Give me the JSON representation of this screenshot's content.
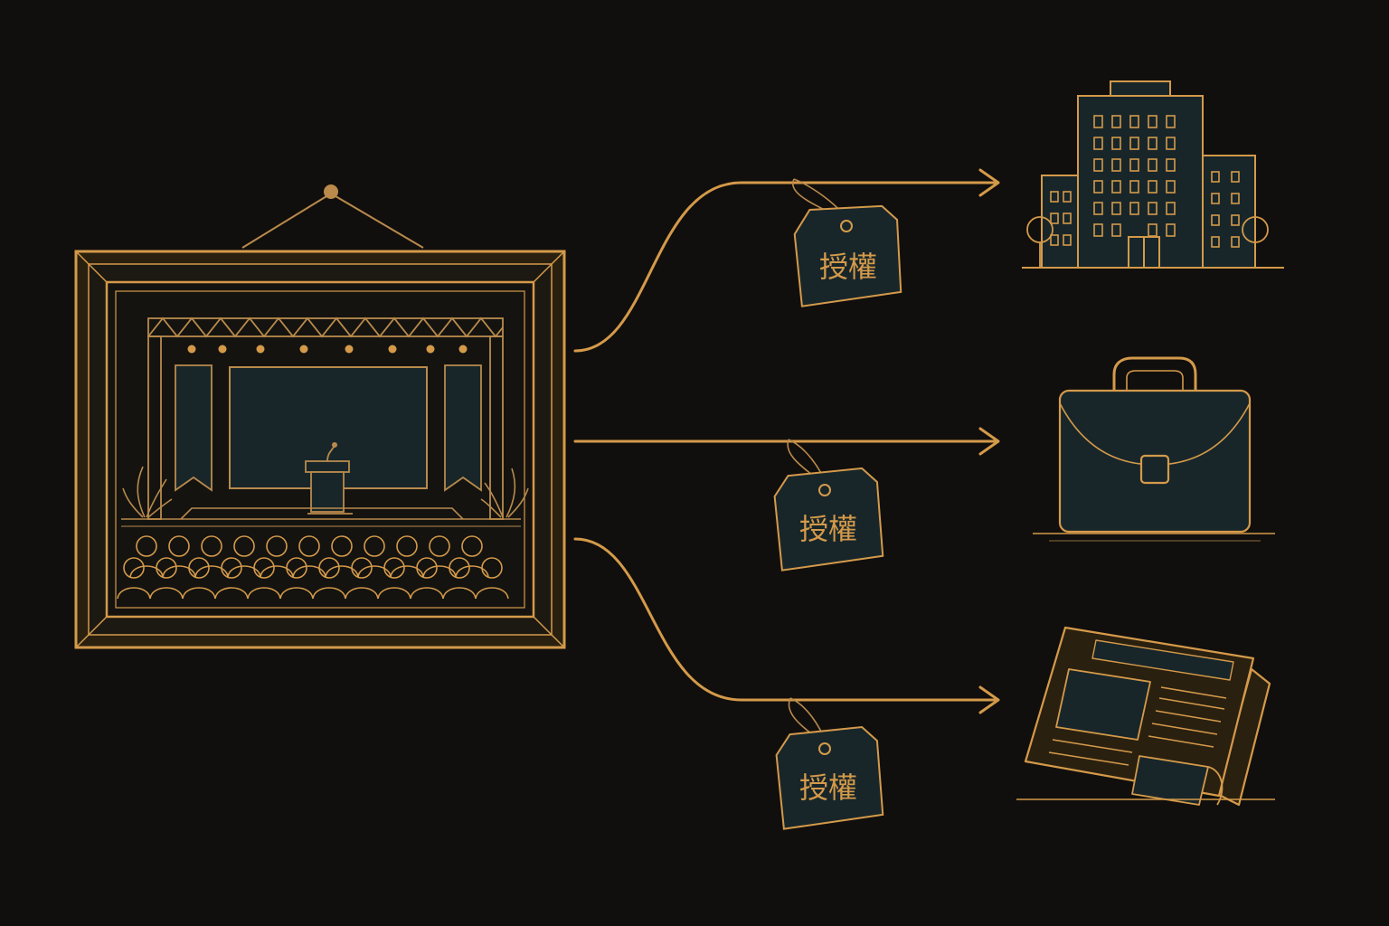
{
  "diagram": {
    "tags": [
      {
        "label": "授權"
      },
      {
        "label": "授權"
      },
      {
        "label": "授權"
      }
    ],
    "icons": {
      "source": "framed-stage-event-icon",
      "targets": [
        "office-building-icon",
        "briefcase-icon",
        "newspaper-icon"
      ]
    },
    "colors": {
      "background": "#110f0d",
      "line": "#d49a4a",
      "panel": "#18262a"
    }
  }
}
